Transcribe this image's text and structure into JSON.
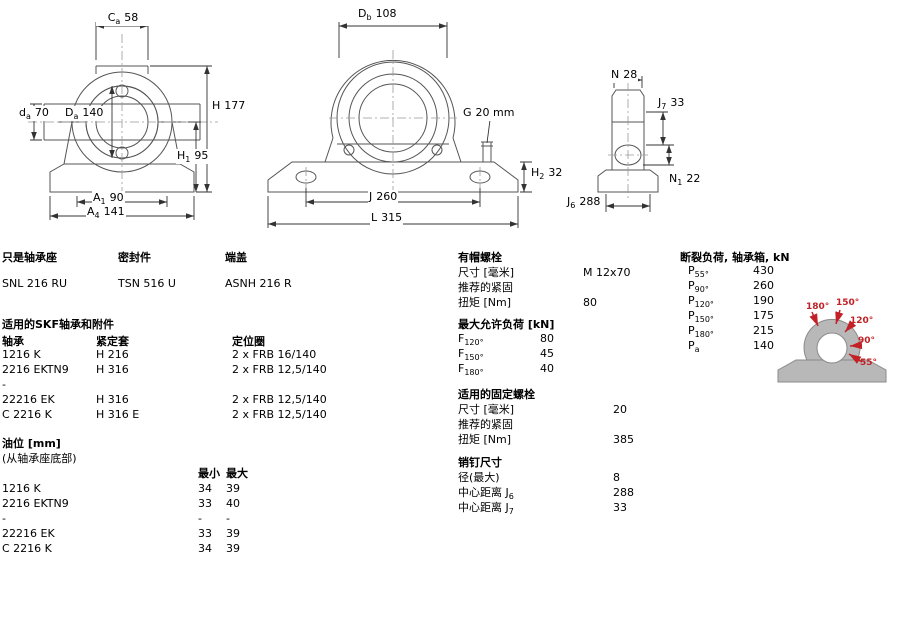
{
  "page": {
    "bg": "#ffffff",
    "accent_red": "#c22227",
    "line_color": "#555555"
  },
  "drawings": {
    "front_section": {
      "ca": {
        "base": "C",
        "sub": "a",
        "value": "58"
      },
      "h": {
        "base": "H",
        "sub": "",
        "value": "177"
      },
      "da_shaft": {
        "base": "d",
        "sub": "a",
        "value": "70"
      },
      "da_housing": {
        "base": "D",
        "sub": "a",
        "value": "140"
      },
      "h1": {
        "base": "H",
        "sub": "1",
        "value": "95"
      },
      "a1": {
        "base": "A",
        "sub": "1",
        "value": "90"
      },
      "a4": {
        "base": "A",
        "sub": "4",
        "value": "141"
      }
    },
    "front_view": {
      "db": {
        "base": "D",
        "sub": "b",
        "value": "108"
      },
      "g": {
        "base": "G",
        "sub": "",
        "value": "20 mm"
      },
      "h2": {
        "base": "H",
        "sub": "2",
        "value": "32"
      },
      "j": {
        "base": "J",
        "sub": "",
        "value": "260"
      },
      "l": {
        "base": "L",
        "sub": "",
        "value": "315"
      }
    },
    "side_view": {
      "n": {
        "base": "N",
        "sub": "",
        "value": "28"
      },
      "j7": {
        "base": "J",
        "sub": "7",
        "value": "33"
      },
      "n1": {
        "base": "N",
        "sub": "1",
        "value": "22"
      },
      "j6": {
        "base": "J",
        "sub": "6",
        "value": "288"
      }
    }
  },
  "products": {
    "columns": [
      {
        "header": "只是轴承座",
        "value": "SNL 216 RU"
      },
      {
        "header": "密封件",
        "value": "TSN 516 U"
      },
      {
        "header": "端盖",
        "value": "ASNH 216 R"
      }
    ]
  },
  "bearings": {
    "title": "适用的SKF轴承和附件",
    "headers": [
      "轴承",
      "紧定套",
      "定位圈"
    ],
    "rows": [
      [
        "1216 K",
        "H 216",
        "2 x FRB 16/140"
      ],
      [
        "2216 EKTN9",
        "H 316",
        "2 x FRB 12,5/140"
      ],
      [
        "-",
        "",
        ""
      ],
      [
        "22216 EK",
        "H 316",
        "2 x FRB 12,5/140"
      ],
      [
        "C 2216 K",
        "H 316 E",
        "2 x FRB 12,5/140"
      ]
    ]
  },
  "oil_level": {
    "title": "油位 [mm]",
    "subtitle": "(从轴承座底部)",
    "col_min": "最小",
    "col_max": "最大",
    "rows": [
      [
        "1216 K",
        "34",
        "39"
      ],
      [
        "2216 EKTN9",
        "33",
        "40"
      ],
      [
        "-",
        "-",
        "-"
      ],
      [
        "22216 EK",
        "33",
        "39"
      ],
      [
        "C 2216 K",
        "34",
        "39"
      ]
    ]
  },
  "attachment_bolts": {
    "title": "有帽螺栓",
    "rows": [
      {
        "label": "尺寸 [毫米]",
        "value": "M 12x70"
      },
      {
        "label": "推荐的紧固",
        "value": ""
      },
      {
        "label": "扭矩 [Nm]",
        "value": "80"
      }
    ]
  },
  "max_loads": {
    "title": "最大允许负荷 [kN]",
    "rows": [
      {
        "base": "F",
        "sub": "120°",
        "value": "80"
      },
      {
        "base": "F",
        "sub": "150°",
        "value": "45"
      },
      {
        "base": "F",
        "sub": "180°",
        "value": "40"
      }
    ]
  },
  "fixing_bolts": {
    "title": "适用的固定螺栓",
    "rows": [
      {
        "label": "尺寸 [毫米]",
        "value": "20"
      },
      {
        "label": "推荐的紧固",
        "value": ""
      },
      {
        "label": "扭矩 [Nm]",
        "value": "385"
      }
    ]
  },
  "pins": {
    "title": "销钉尺寸",
    "rows": [
      {
        "label": "径(最大)",
        "sub": "",
        "value": "8"
      },
      {
        "label": "中心距离 J",
        "sub": "6",
        "value": "288"
      },
      {
        "label": "中心距离 J",
        "sub": "7",
        "value": "33"
      }
    ]
  },
  "breaking_loads": {
    "title": "断裂负荷, 轴承箱, kN",
    "rows": [
      {
        "base": "P",
        "sub": "55°",
        "value": "430"
      },
      {
        "base": "P",
        "sub": "90°",
        "value": "260"
      },
      {
        "base": "P",
        "sub": "120°",
        "value": "190"
      },
      {
        "base": "P",
        "sub": "150°",
        "value": "175"
      },
      {
        "base": "P",
        "sub": "180°",
        "value": "215"
      },
      {
        "base": "P",
        "sub": "a",
        "value": "140"
      }
    ],
    "angles": [
      "180°",
      "150°",
      "120°",
      "90°",
      "55°"
    ]
  }
}
